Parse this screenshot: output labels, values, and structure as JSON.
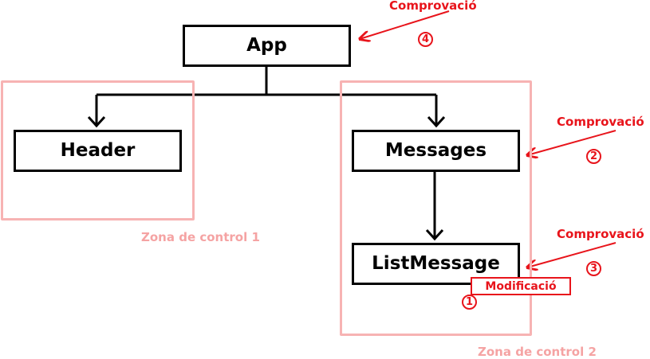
{
  "nodes": {
    "app": "App",
    "header": "Header",
    "messages": "Messages",
    "list_message": "ListMessage"
  },
  "zones": {
    "zone1": "Zona de control 1",
    "zone2": "Zona de control 2"
  },
  "annotations": {
    "check_label": "Comprovació",
    "modification_label": "Modificació",
    "steps": [
      "1",
      "2",
      "3",
      "4"
    ]
  },
  "colors": {
    "annotation": "#e8141b",
    "zone": "#f7b3b3",
    "zone_label": "#f5a3a3",
    "node_border": "#000000"
  }
}
